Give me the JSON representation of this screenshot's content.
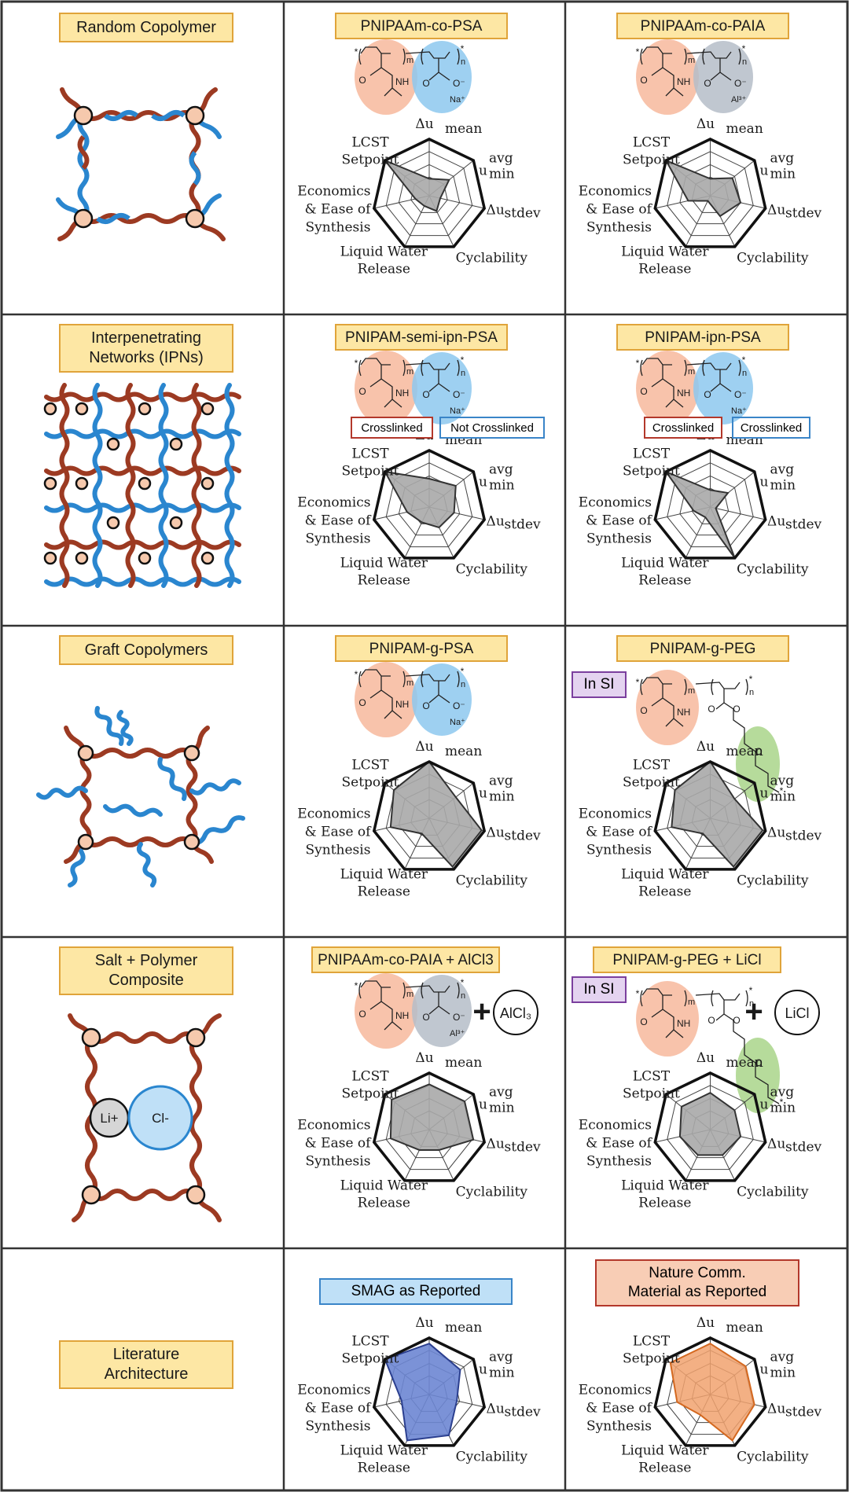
{
  "rows": [
    {
      "label": "Random Copolymer"
    },
    {
      "label": "Interpenetrating\nNetworks (IPNs)"
    },
    {
      "label": "Graft Copolymers"
    },
    {
      "label": "Salt + Polymer\nComposite"
    },
    {
      "label": "Literature\nArchitecture"
    }
  ],
  "panels": [
    {
      "title": "PNIPAAm-co-PSA",
      "counter": "Na⁺",
      "tags": [],
      "extra": "",
      "values": [
        0.3,
        0.45,
        0.2,
        0.3,
        0.2,
        0.25,
        1.0
      ]
    },
    {
      "title": "PNIPAAm-co-PAIA",
      "counter": "Al³⁺",
      "tags": [],
      "extra": "",
      "values": [
        0.3,
        0.5,
        0.55,
        0.4,
        0.1,
        0.4,
        1.0
      ]
    },
    {
      "title": "PNIPAM-semi-ipn-PSA",
      "counter": "Na⁺",
      "tags": [
        "Crosslinked",
        "Not Crosslinked"
      ],
      "extra": "",
      "values": [
        0.5,
        0.6,
        0.45,
        0.4,
        0.3,
        0.4,
        1.0
      ]
    },
    {
      "title": "PNIPAM-ipn-PSA",
      "counter": "Na⁺",
      "tags": [
        "Crosslinked",
        "Crosslinked"
      ],
      "extra": "",
      "values": [
        0.3,
        0.4,
        0.1,
        1.0,
        0.2,
        0.3,
        1.0
      ]
    },
    {
      "title": "PNIPAM-g-PSA",
      "counter": "Na⁺",
      "tags": [],
      "extra": "",
      "values": [
        1.0,
        0.6,
        0.95,
        0.95,
        0.3,
        0.7,
        0.8
      ]
    },
    {
      "title": "PNIPAM-g-PEG",
      "counter": "",
      "tags": [
        "In SI"
      ],
      "extra": "",
      "values": [
        1.0,
        0.55,
        0.95,
        0.95,
        0.3,
        0.7,
        0.8
      ]
    },
    {
      "title": "PNIPAAm-co-PAIA + AlCl3",
      "counter": "Al³⁺",
      "tags": [],
      "extra": "AlCl₃",
      "values": [
        0.8,
        0.8,
        0.8,
        0.4,
        0.4,
        0.7,
        0.85
      ]
    },
    {
      "title": "PNIPAM-g-PEG + LiCl",
      "counter": "",
      "tags": [
        "In SI"
      ],
      "extra": "LiCl",
      "values": [
        0.65,
        0.55,
        0.55,
        0.5,
        0.5,
        0.55,
        0.65
      ]
    },
    {
      "title": "SMAG as Reported",
      "counter": "",
      "tags": [],
      "extra": "",
      "values": [
        0.9,
        0.7,
        0.5,
        0.8,
        0.9,
        0.5,
        1.0
      ]
    },
    {
      "title": "Nature Comm.\nMaterial as Reported",
      "counter": "",
      "tags": [],
      "extra": "",
      "values": [
        0.9,
        0.8,
        0.8,
        0.9,
        0.4,
        0.6,
        0.9
      ]
    }
  ],
  "radar_axes": [
    "Δu_mean",
    "u_min^avg",
    "Δu_stdev",
    "Cyclability",
    "Liquid Water Release",
    "Economics & Ease of Synthesis",
    "LCST Setpoint"
  ],
  "radar_labels": {
    "mean_main": "Δu",
    "mean_sub": "mean",
    "min_main": "u",
    "min_sub": "min",
    "min_sup": "avg",
    "stdev_main": "Δu",
    "stdev_sub": "stdev",
    "cyc": "Cyclability",
    "lwr1": "Liquid Water",
    "lwr2": "Release",
    "eco1": "Economics",
    "eco2": "& Ease of",
    "eco3": "Synthesis",
    "lcst1": "LCST",
    "lcst2": "Setpoint"
  },
  "schematic_labels": {
    "li": "Li+",
    "cl": "Cl-"
  },
  "chem_labels": {
    "m": "m",
    "n": "n",
    "nh": "NH",
    "o": "O",
    "ominus": "O⁻",
    "star": "*",
    "plus": "+"
  },
  "colors": {
    "orange_blob": "#f7b99c",
    "blue_blob": "#8dc8ee",
    "grey_blob": "#b5bdc8",
    "green_blob": "#a9d58a",
    "backbone": "#9c3a22",
    "strand_blue": "#2a86cf",
    "node": "#f6c9ad",
    "radar_fill_grey": "#a8a8a8",
    "radar_fill_blue": "#6d86d3",
    "radar_fill_orange": "#f1a26e"
  }
}
